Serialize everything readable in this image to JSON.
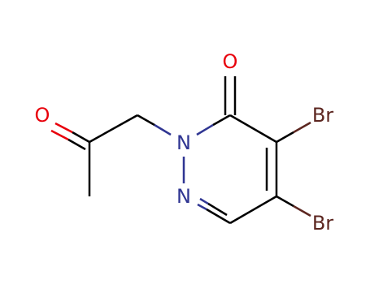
{
  "molecule": {
    "atoms": {
      "o_carbonyl_ring": "O",
      "o_ketone": "O",
      "n1": "N",
      "n2": "N",
      "br_upper": "Br",
      "br_lower": "Br"
    },
    "colors": {
      "bond": "#000000",
      "oxygen": "#e8000b",
      "nitrogen": "#2f3592",
      "bromine": "#5c2620"
    }
  }
}
